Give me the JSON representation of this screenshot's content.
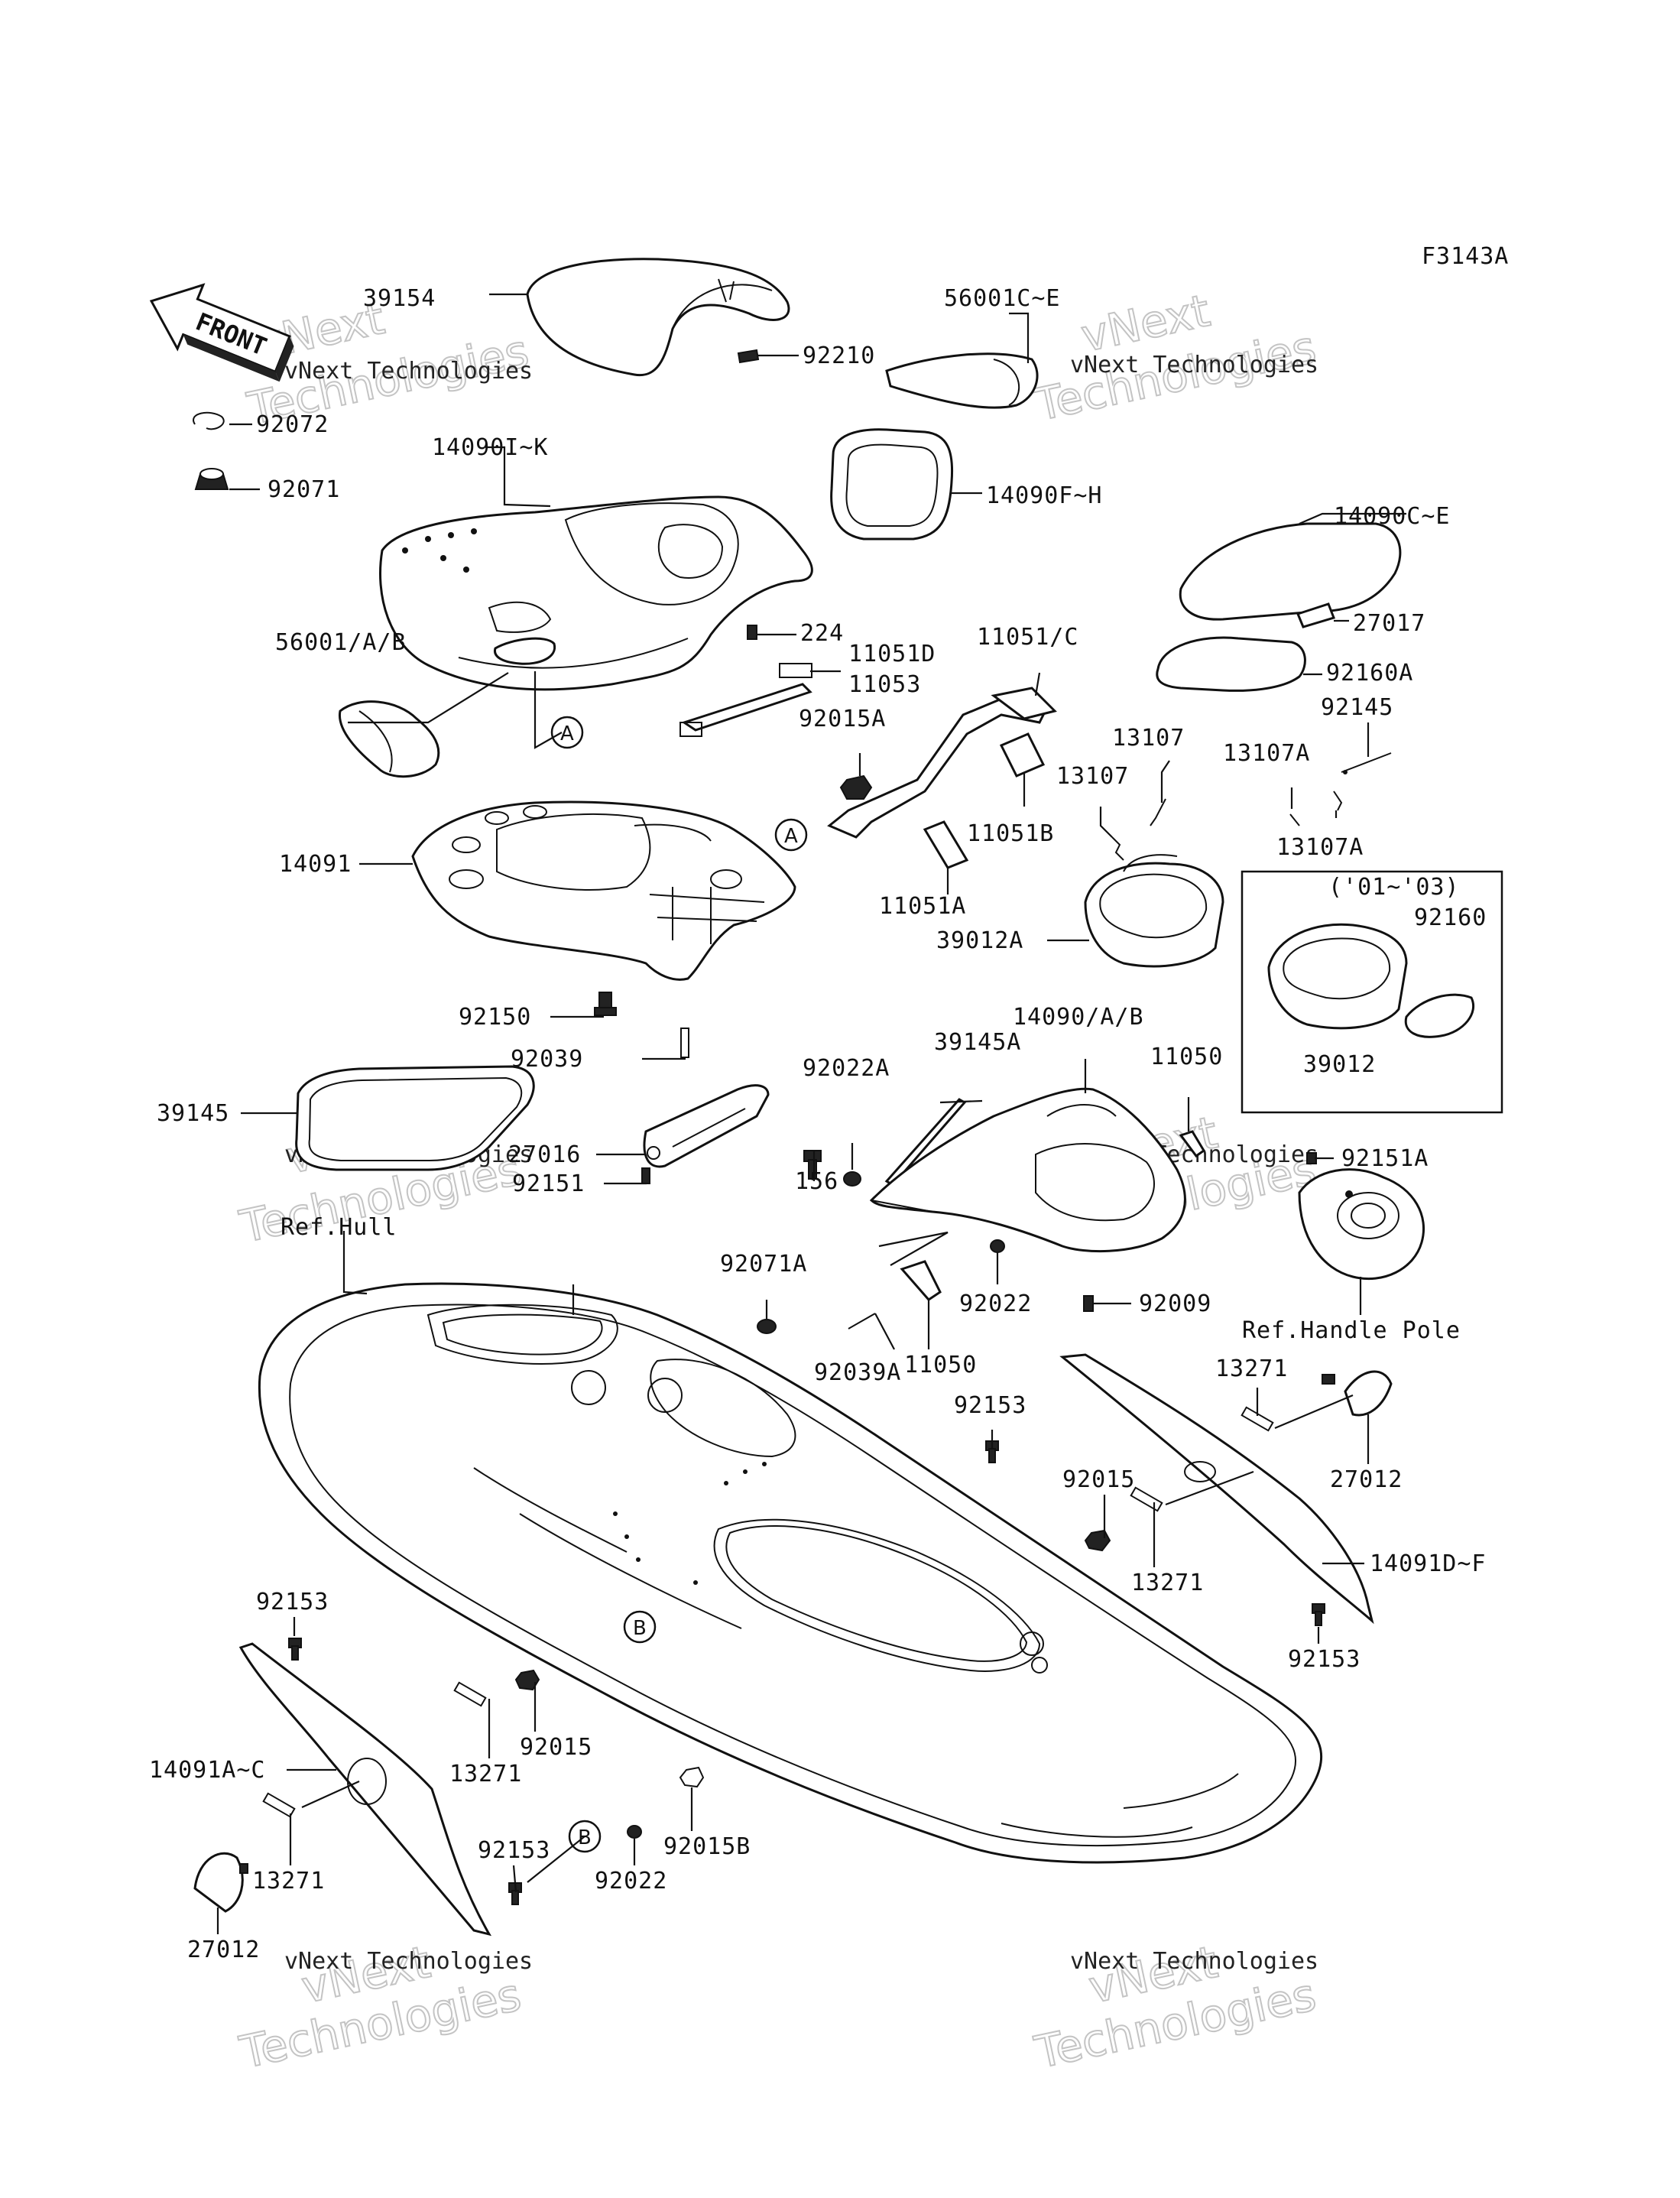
{
  "diagram_code": "F3143A",
  "front_arrow_label": "FRONT",
  "watermark": {
    "line1": "vNext Technologies",
    "line2": "Technologies"
  },
  "ref_markers": {
    "a": "A",
    "b": "B"
  },
  "labels": {
    "p39154": "39154",
    "p92072": "92072",
    "p92071": "92071",
    "p92210": "92210",
    "p56001c_e": "56001C~E",
    "p14090i_k": "14090I~K",
    "p14090f_h": "14090F~H",
    "p14090c_e": "14090C~E",
    "p27017": "27017",
    "p92160a": "92160A",
    "p92145": "92145",
    "p224": "224",
    "p56001_ab": "56001/A/B",
    "p11051d": "11051D",
    "p11053": "11053",
    "p11051_c": "11051/C",
    "p92015a": "92015A",
    "p13107_1": "13107",
    "p13107_2": "13107",
    "p13107a_1": "13107A",
    "p13107a_2": "13107A",
    "p11051b": "11051B",
    "p11051a": "11051A",
    "p14091": "14091",
    "p39012a": "39012A",
    "year_range": "('01~'03)",
    "p92160": "92160",
    "p39012": "39012",
    "p92150": "92150",
    "p92039": "92039",
    "p39145a": "39145A",
    "p14090_ab": "14090/A/B",
    "p92022a": "92022A",
    "p11050_1": "11050",
    "p39145": "39145",
    "p27016": "27016",
    "p156": "156",
    "p92151a": "92151A",
    "p92151": "92151",
    "ref_hull": "Ref.Hull",
    "p92071a": "92071A",
    "p92022_1": "92022",
    "p92009": "92009",
    "ref_handle_pole": "Ref.Handle Pole",
    "p11050_2": "11050",
    "p92039a": "92039A",
    "p13271_1": "13271",
    "p92153_1": "92153",
    "p27012_1": "27012",
    "p92015_1": "92015",
    "p14091d_f": "14091D~F",
    "p13271_2": "13271",
    "p92153_2": "92153",
    "p92153_3": "92153",
    "p14091a_c": "14091A~C",
    "p92015_2": "92015",
    "p13271_3": "13271",
    "p92153_4": "92153",
    "p92015b": "92015B",
    "p92022_2": "92022",
    "p13271_4": "13271",
    "p27012_2": "27012"
  }
}
